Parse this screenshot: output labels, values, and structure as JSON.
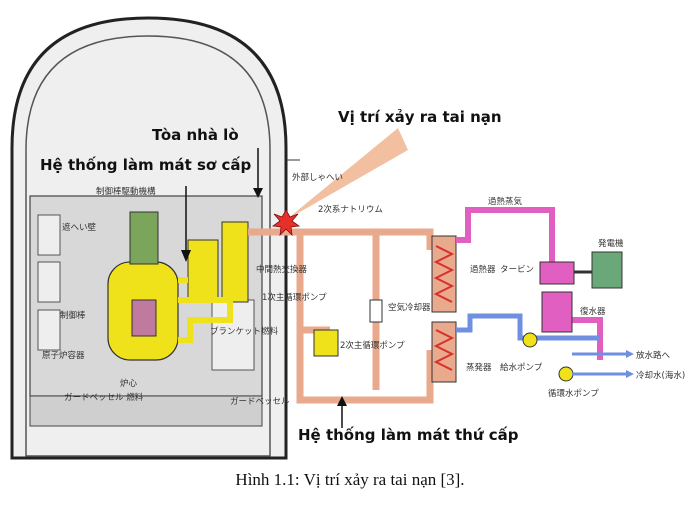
{
  "callouts": {
    "accident_location": "Vị trí xảy ra tai nạn",
    "reactor_building": "Tòa nhà lò",
    "primary_cooling": "Hệ thống làm mát sơ cấp",
    "secondary_cooling": "Hệ thống làm mát thứ cấp"
  },
  "japanese_labels": {
    "outer_shell": "外部しゃへい",
    "control_rod_drive": "制御棒駆動機構",
    "shielding_wall": "遮へい壁",
    "control_rod": "制御棒",
    "reactor_vessel": "原子炉容器",
    "guard_vessel_fuel": "ガードベッセル 燃料",
    "core": "炉心",
    "blanket_fuel": "ブランケット燃料",
    "guard_vessel": "ガードベッセル",
    "intermediate_hx": "中間熱交換器",
    "primary_pump": "1次主循環ポンプ",
    "secondary_sodium": "2次系ナトリウム",
    "air_cooler": "空気冷却器",
    "secondary_pump": "2次主循環ポンプ",
    "superheater": "過熱器",
    "superheated_steam": "過熱蒸気",
    "turbine": "タービン",
    "generator": "発電機",
    "condenser": "復水器",
    "evaporator": "蒸発器",
    "feedwater_pump": "給水ポンプ",
    "to_outlet": "放水路へ",
    "cooling_seawater": "冷却水(海水)",
    "circulating_pump": "循環水ポンプ"
  },
  "caption": "Hình 1.1: Vị trí xảy ra tai nạn [3].",
  "colors": {
    "primary_loop": "#f0e21a",
    "secondary_loop": "#e8a98c",
    "steam_loop": "#e05fc0",
    "water_loop": "#6f8fe0",
    "accident_marker": "#e8302a",
    "callout_arrow": "#f2c0a0"
  }
}
